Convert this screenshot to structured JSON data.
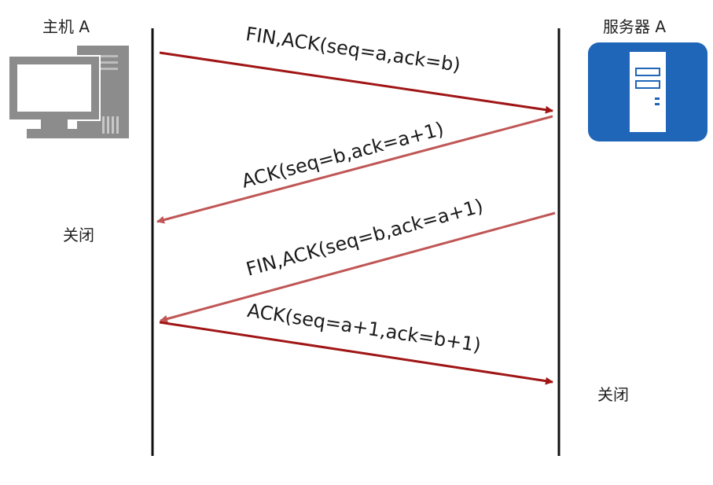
{
  "host": {
    "title": "主机 A",
    "closed_label": "关闭",
    "icon": "desktop-computer-icon"
  },
  "server": {
    "title": "服务器 A",
    "closed_label": "关闭",
    "icon": "server-tower-icon"
  },
  "messages": [
    {
      "label": "FIN,ACK(seq=a,ack=b)",
      "direction": "host-to-server"
    },
    {
      "label": "ACK(seq=b,ack=a+1)",
      "direction": "server-to-host"
    },
    {
      "label": "FIN,ACK(seq=b,ack=a+1)",
      "direction": "server-to-host"
    },
    {
      "label": "ACK(seq=a+1,ack=b+1)",
      "direction": "host-to-server"
    }
  ],
  "colors": {
    "lifeline": "#111111",
    "arrow_dark": "#a01515",
    "arrow_light": "#c05656",
    "server_icon_bg": "#1f66b8",
    "computer_icon": "#8c8c8c"
  }
}
